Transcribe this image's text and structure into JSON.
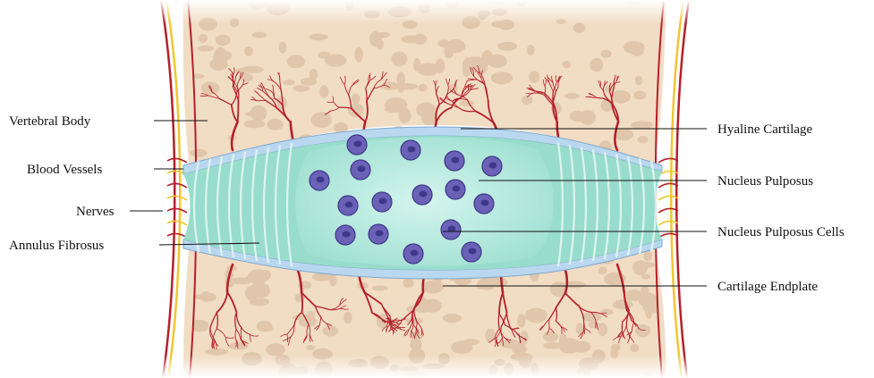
{
  "labels": {
    "vertebral_body": "Vertebral Body",
    "blood_vessels": "Blood Vessels",
    "nerves": "Nerves",
    "annulus_fibrosus": "Annulus Fibrosus",
    "hyaline_cartilage": "Hyaline Cartilage",
    "nucleus_pulposus": "Nucleus Pulposus",
    "nucleus_pulposus_cells": "Nucleus Pulposus Cells",
    "cartilage_endplate": "Cartilage Endplate"
  },
  "colors": {
    "bone": "#f1dcc4",
    "bone_pore": "#d9bfa3",
    "vessel": "#b5202a",
    "nerve": "#f2c533",
    "cartilage": "#b9d8f0",
    "annulus": "#98dccb",
    "nucleus": "#bfeee4",
    "cell": "#6b62b8",
    "cell_nucleus": "#3f3789"
  }
}
